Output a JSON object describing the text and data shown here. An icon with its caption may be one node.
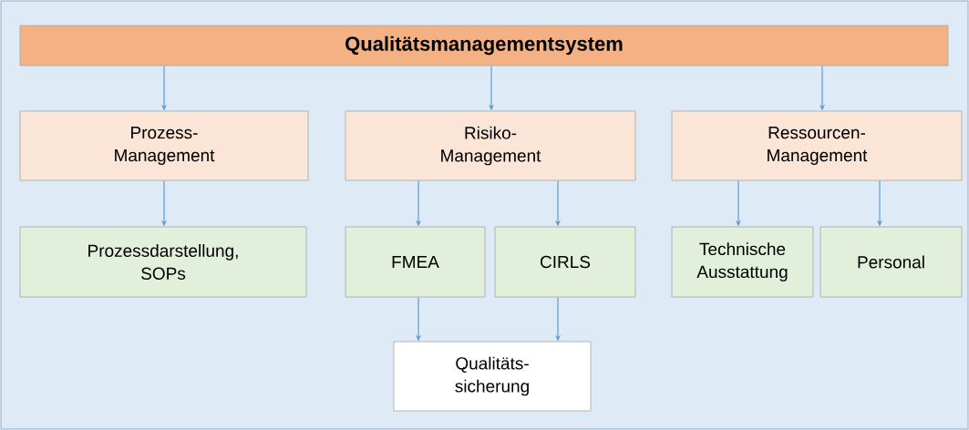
{
  "diagram": {
    "nodes": [
      {
        "text": [
          "Qualitätsmanagementsystem"
        ]
      },
      {
        "text": [
          "Prozess- Management"
        ]
      },
      {
        "text": [
          "Risiko- Management"
        ]
      },
      {
        "text": [
          "Ressourcen- Management"
        ]
      },
      {
        "text": [
          "Prozessdarstellung, SOPs"
        ]
      },
      {
        "text": [
          "FMEA"
        ]
      },
      {
        "text": [
          "CIRLS"
        ]
      },
      {
        "text": [
          "Technische Ausstattung"
        ]
      },
      {
        "text": [
          "Personal"
        ]
      },
      {
        "text": [
          "Qualitäts- sicherung"
        ]
      }
    ],
    "edges": [
      {
        "from": 0,
        "to": 1,
        "arrow": "to"
      },
      {
        "from": 0,
        "to": 2,
        "arrow": "to"
      },
      {
        "from": 0,
        "to": 3,
        "arrow": "to"
      },
      {
        "from": 1,
        "to": 4,
        "arrow": "to"
      },
      {
        "from": 2,
        "to": 5,
        "arrow": "to"
      },
      {
        "from": 2,
        "to": 6,
        "arrow": "to"
      },
      {
        "from": 3,
        "to": 7,
        "arrow": "to"
      },
      {
        "from": 3,
        "to": 8,
        "arrow": "to"
      },
      {
        "from": 5,
        "to": 9,
        "arrow": "to"
      },
      {
        "from": 6,
        "to": 9,
        "arrow": "to"
      }
    ]
  }
}
